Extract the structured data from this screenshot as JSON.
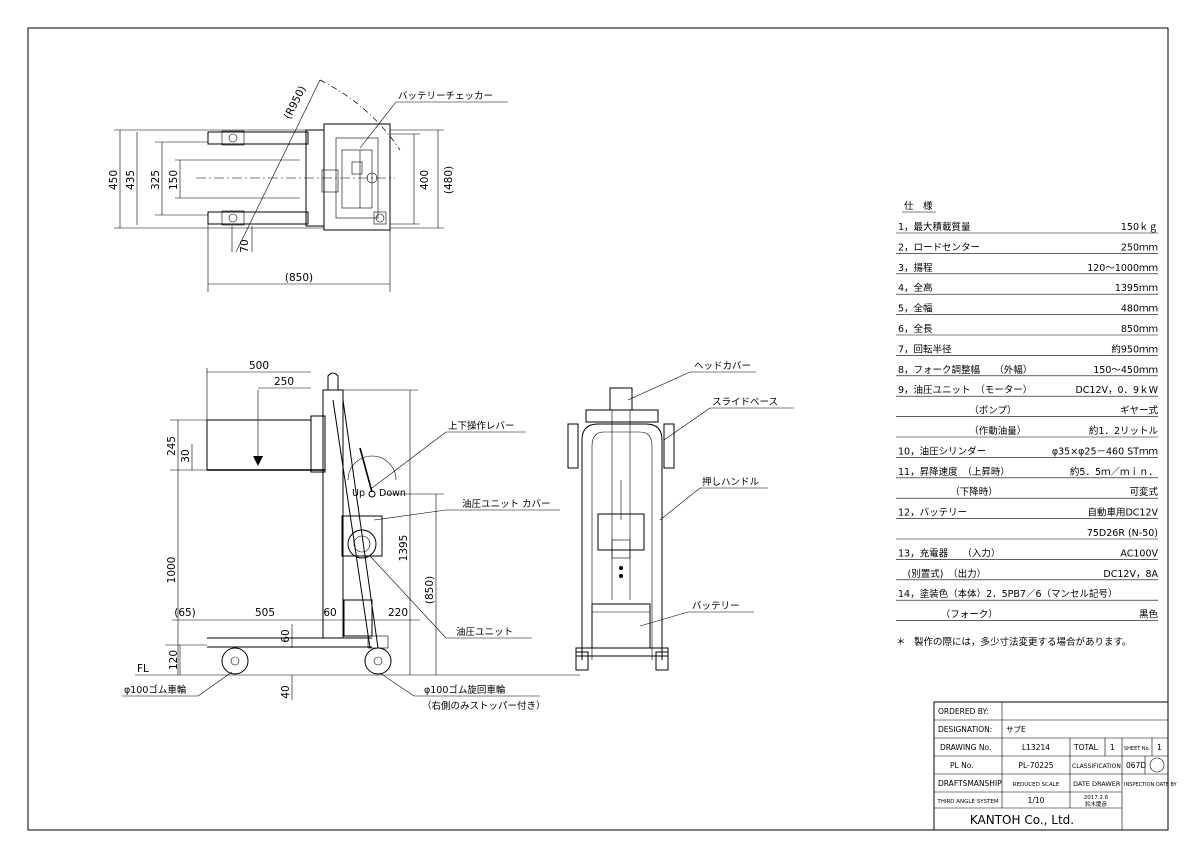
{
  "top_view": {
    "dims": {
      "h450": "450",
      "h435": "435",
      "h325": "325",
      "h150": "150",
      "h400": "400",
      "h480": "(480)",
      "w850": "(850)",
      "w70": "70",
      "r950": "(R950)"
    },
    "callouts": {
      "battery_checker": "バッテリーチェッカー"
    }
  },
  "side_view": {
    "dims": {
      "d500": "500",
      "d250": "250",
      "d245": "245",
      "d30": "30",
      "d1000": "1000",
      "d65": "(65)",
      "d505": "505",
      "d60a": "60",
      "d60b": "60",
      "d220": "220",
      "d120": "120",
      "d40": "40",
      "d1395": "1395",
      "d850": "(850)",
      "up": "Up",
      "down": "Down",
      "fl": "FL"
    },
    "callouts": {
      "lift_lever": "上下操作レバー",
      "hydraulic_cover": "油圧ユニット カバー",
      "hydraulic_unit": "油圧ユニット",
      "rubber_wheel": "φ100ゴム車輪",
      "swivel_wheel": "φ100ゴム旋回車輪",
      "stopper_note": "（右側のみストッパー付き）"
    }
  },
  "front_view": {
    "callouts": {
      "head_cover": "ヘッドカバー",
      "slide_base": "スライドベース",
      "push_handle": "押しハンドル",
      "battery": "バッテリー"
    }
  },
  "specs": {
    "heading": "仕　様",
    "rows": [
      {
        "label": "1，最大積載質量",
        "value": "150ｋｇ"
      },
      {
        "label": "2，ロードセンター",
        "value": "250ｍｍ"
      },
      {
        "label": "3，揚程",
        "value": "120～1000ｍｍ"
      },
      {
        "label": "4，全高",
        "value": "1395ｍｍ"
      },
      {
        "label": "5，全幅",
        "value": "480ｍｍ"
      },
      {
        "label": "6，全長",
        "value": "850ｍｍ"
      },
      {
        "label": "7，回転半径",
        "value": "約950ｍｍ"
      },
      {
        "label": "8，フォーク調整幅　　（外幅）",
        "value": "150～450ｍｍ"
      },
      {
        "label": "9，油圧ユニット　（モーター）",
        "value": "DC12V，0．9ｋW"
      },
      {
        "label": "　　　　　　　　（ポンプ）",
        "value": "ギヤー式"
      },
      {
        "label": "　　　　　　　　（作動油量）",
        "value": "約1．2リットル"
      },
      {
        "label": "10，油圧シリンダー",
        "value": "φ35×φ25－460 STｍｍ"
      },
      {
        "label": "11，昇降速度　（上昇時）",
        "value": "約5．5ｍ／ｍｉｎ．"
      },
      {
        "label": "　　　　　　（下降時）",
        "value": "可変式"
      },
      {
        "label": "12，バッテリー",
        "value": "自動車用DC12V"
      },
      {
        "label": "",
        "value": "75D26R (N-50)"
      },
      {
        "label": "13，充電器　　（入力）",
        "value": "AC100V"
      },
      {
        "label": "　(別置式)　（出力）",
        "value": "DC12V，8A"
      },
      {
        "label": "14，塗装色（本体）2．5PB7／6（マンセル記号）",
        "value": ""
      },
      {
        "label": "　　　　　（フォーク）",
        "value": "黒色"
      }
    ],
    "note_mark": "＊",
    "note": "製作の際には，多少寸法変更する場合があります。"
  },
  "title_block": {
    "ordered_by_label": "ORDERED BY:",
    "ordered_by_value": "",
    "designation_label": "DESIGNATION:",
    "designation_value": "サブE",
    "drawing_no_label": "DRAWING No.",
    "drawing_no_value": "L13214",
    "total_label": "TOTAL",
    "total_value": "1",
    "sheet_label": "SHEET No.",
    "sheet_value": "1",
    "pl_no_label": "PL No.",
    "pl_no_value": "PL-70225",
    "classification_label": "CLASSIFICATION",
    "classification_value": "067D",
    "draftsmanship_label": "DRAFTSMANSHIP",
    "reduced_scale_label": "REDUCED SCALE",
    "date_drawer_label": "DATE DRAWER",
    "inspection_label": "INSPECTION DATE BY",
    "third_angle_label": "THIRD ANGLE SYSTEM",
    "scale_value": "1/10",
    "date_value": "2017.2.6",
    "drawer_value": "鈴木慶彦",
    "company": "KANTOH Co., Ltd."
  }
}
